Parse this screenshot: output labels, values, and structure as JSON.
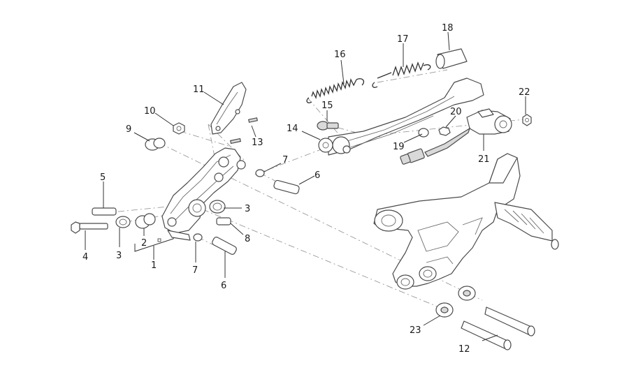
{
  "diagram": {
    "type": "exploded-parts-view",
    "callouts": [
      {
        "id": "c1",
        "label": "1"
      },
      {
        "id": "c2",
        "label": "2"
      },
      {
        "id": "c3a",
        "label": "3"
      },
      {
        "id": "c3b",
        "label": "3"
      },
      {
        "id": "c4",
        "label": "4"
      },
      {
        "id": "c5",
        "label": "5"
      },
      {
        "id": "c6a",
        "label": "6"
      },
      {
        "id": "c6b",
        "label": "6"
      },
      {
        "id": "c7a",
        "label": "7"
      },
      {
        "id": "c7b",
        "label": "7"
      },
      {
        "id": "c8",
        "label": "8"
      },
      {
        "id": "c9",
        "label": "9"
      },
      {
        "id": "c10",
        "label": "10"
      },
      {
        "id": "c11",
        "label": "11"
      },
      {
        "id": "c12",
        "label": "12"
      },
      {
        "id": "c13",
        "label": "13"
      },
      {
        "id": "c14",
        "label": "14"
      },
      {
        "id": "c15",
        "label": "15"
      },
      {
        "id": "c16",
        "label": "16"
      },
      {
        "id": "c17",
        "label": "17"
      },
      {
        "id": "c18",
        "label": "18"
      },
      {
        "id": "c19",
        "label": "19"
      },
      {
        "id": "c20",
        "label": "20"
      },
      {
        "id": "c21",
        "label": "21"
      },
      {
        "id": "c22",
        "label": "22"
      },
      {
        "id": "c23",
        "label": "23"
      }
    ]
  }
}
